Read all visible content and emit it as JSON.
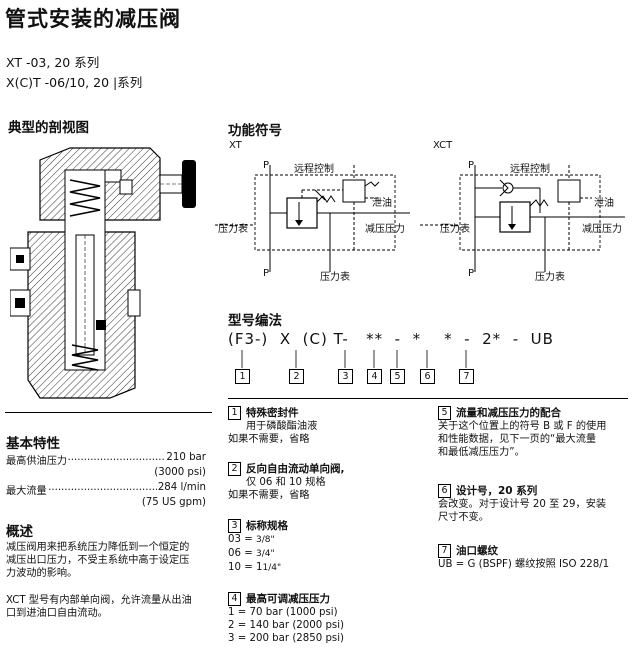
{
  "header": {
    "title": "管式安装的减压阀",
    "series_line1": "XT -03,  20  系列",
    "series_line2": "X(C)T -06/10,  20  |系列"
  },
  "sections": {
    "sectional_view": "典型的剖视图",
    "function_symbol": "功能符号",
    "model_code": "型号编法",
    "basic_specs": "基本特性",
    "overview": "概述"
  },
  "symbol_labels": {
    "xt": "XT",
    "xct": "XCT",
    "p": "P",
    "remote_control": "远程控制",
    "drain": "泄油",
    "pressure_gauge": "压力表",
    "reduced_pressure": "减压压力"
  },
  "model_code": {
    "line": "(F3-)  X  (C) T-   **  -  *    *  -  2*  -  UB",
    "box_labels": [
      "1",
      "2",
      "3",
      "4",
      "5",
      "6",
      "7"
    ]
  },
  "specs": [
    {
      "label": "最高供油压力",
      "value": "210 bar",
      "sub": "(3000 psi)"
    },
    {
      "label": "最大流量",
      "value": "284 l/min",
      "sub": "(75 US gpm)"
    }
  ],
  "overview": {
    "p1_l1": "减压阀用来把系统压力降低到一个恒定的",
    "p1_l2": "减压出口压力，不受主系统中高于设定压",
    "p1_l3": "力波动的影响。",
    "p2_l1": "XCT 型号有内部单向阀，允许流量从出油",
    "p2_l2": "口到进油口自由流动。"
  },
  "code_items": {
    "i1": {
      "num": "1",
      "title": "特殊密封件",
      "l1": "用于磷酸酯油液",
      "l2": "如果不需要，省略"
    },
    "i2": {
      "num": "2",
      "title": "反向自由流动单向阀,",
      "l1": "仅 06 和 10 规格",
      "l2": "如果不需要，省略"
    },
    "i3": {
      "num": "3",
      "title": "标称规格",
      "l1": "03 = ",
      "l1f": "3/8\"",
      "l2": "06 = ",
      "l2f": "3/4\"",
      "l3": "10 = 1",
      "l3f": "1/4\""
    },
    "i4": {
      "num": "4",
      "title": "最高可调减压压力",
      "l1": "1 = 70 bar (1000 psi)",
      "l2": "2 = 140 bar (2000 psi)",
      "l3": "3 = 200 bar (2850 psi)"
    },
    "i5": {
      "num": "5",
      "title": "流量和减压压力的配合",
      "l1": "关于这个位置上的符号 B 或 F 的使用",
      "l2": "和性能数据，见下一页的“最大流量",
      "l3": "和最低减压压力”。"
    },
    "i6": {
      "num": "6",
      "title": "设计号，20  系列",
      "l1": "会改变。对于设计号 20 至 29，安装",
      "l2": "尺寸不变。"
    },
    "i7": {
      "num": "7",
      "title": "油口螺纹",
      "l1": "UB = G (BSPF) 螺纹按照 ISO 228/1"
    }
  }
}
